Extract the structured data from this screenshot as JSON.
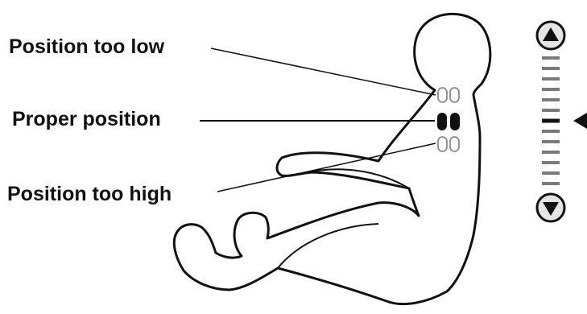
{
  "labels": {
    "too_low": "Position too low",
    "proper": "Proper position",
    "too_high": "Position too high"
  },
  "colors": {
    "ink": "#111111",
    "outline": "#8a8a8a",
    "button_fill": "#e4e4e4",
    "background": "#ffffff"
  },
  "icons": {
    "up": "triangle-up-icon",
    "down": "triangle-down-icon",
    "pointer": "triangle-left-icon"
  },
  "adjuster": {
    "steps": 13,
    "selected_step": 7
  }
}
